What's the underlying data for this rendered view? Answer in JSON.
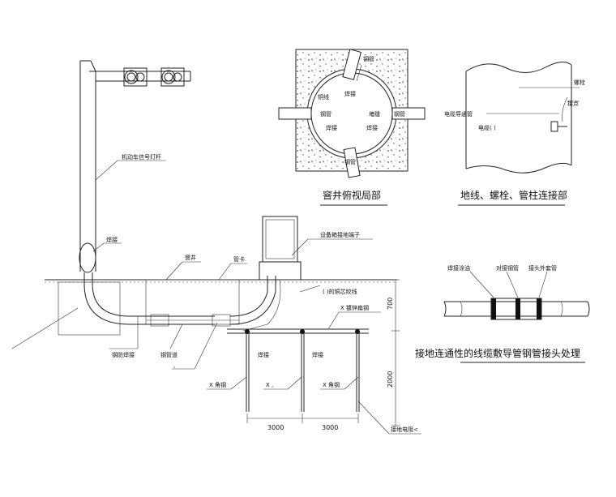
{
  "diagram": {
    "main_labels": {
      "signal_pole": "机动车信号灯杆",
      "weld": "焊接",
      "manhole": "窨井",
      "pipe_sleeve": "管卡",
      "equipment_box": "设备箱接地端子",
      "copper_wire_right": "(    )的铜芯绞线",
      "steel_flat": "X    镀锌扁钢",
      "anti_corrosion": "钢防焊接",
      "steel_pipe": "钢管道",
      "angle_steel_1": "X    角钢",
      "weld_2": "焊接",
      "weld_3": "焊接",
      "angle_steel_2": "X    角钢",
      "comma_mark": ",",
      "x_comma": "X    ,",
      "resistance": "接地电阻<",
      "dim_700": "700",
      "dim_2000": "2000",
      "dim_3000a": "3000",
      "dim_3000b": "3000"
    },
    "manhole_detail": {
      "title": "窨井俯视局部",
      "labels": {
        "steel_pipe_top": "钢管",
        "weld_top": "焊接",
        "copper_wire": "铜线",
        "blind": "堵缝",
        "steel_pipe_left": "钢管",
        "steel_pipe_right": "钢管",
        "weld_left": "焊接",
        "weld_right": "焊接",
        "steel_pipe_bottom": "钢管"
      }
    },
    "bolt_detail": {
      "title": "地线、螺栓、管柱连接部",
      "labels": {
        "bolt": "螺栓",
        "contact": "接点",
        "cable_pipe": "电缆导通管",
        "cable": "电缆(      )"
      }
    },
    "joint_detail": {
      "title": "接地连通性的线缆敷导管钢管接头处理",
      "labels": {
        "weld_cover": "焊接涂油",
        "joint_pipe": "对接钢管",
        "outer_sleeve": "接头外套管"
      }
    }
  }
}
